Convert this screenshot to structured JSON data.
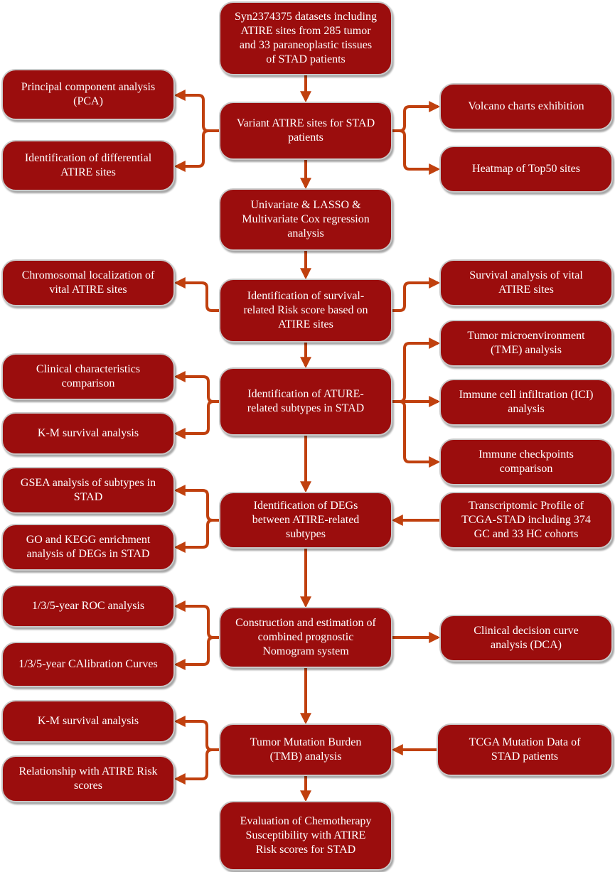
{
  "nodes": {
    "datasets": "Syn2374375 datasets including\nATIRE sites from 285 tumor\nand 33 paraneoplastic tissues\nof STAD patients",
    "variant_sites": "Variant ATIRE sites for STAD\npatients",
    "pca": "Principal component analysis\n(PCA)",
    "differential_sites": "Identification of differential\nATIRE sites",
    "volcano": "Volcano charts exhibition",
    "heatmap": "Heatmap of Top50 sites",
    "cox": "Univariate & LASSO &\nMultivariate Cox regression\nanalysis",
    "chromosomal": "Chromosomal localization of\nvital ATIRE sites",
    "risk_score": "Identification of  survival-\nrelated Risk score based on\nATIRE sites",
    "survival_vital": "Survival analysis of vital\nATIRE sites",
    "clinical_comparison": "Clinical characteristics\ncomparison",
    "km_subtypes": "K-M survival analysis",
    "subtypes": "Identification of ATURE-\nrelated subtypes in STAD",
    "tme": "Tumor microenvironment\n(TME) analysis",
    "ici": "Immune cell infiltration (ICI)\nanalysis",
    "checkpoints": "Immune checkpoints\ncomparison",
    "gsea": "GSEA analysis of subtypes in\nSTAD",
    "go_kegg": "GO and KEGG enrichment\nanalysis of DEGs in STAD",
    "degs": "Identification of DEGs\nbetween ATIRE-related\nsubtypes",
    "tcga_profile": "Transcriptomic Profile of\nTCGA-STAD including 374\nGC and 33 HC cohorts",
    "roc": "1/3/5-year ROC analysis",
    "calibration": "1/3/5-year CAlibration Curves",
    "nomogram": "Construction and estimation of\ncombined prognostic\nNomogram system",
    "dca": "Clinical decision curve\nanalysis (DCA)",
    "km_tmb": "K-M survival analysis",
    "relationship": "Relationship with ATIRE Risk\nscores",
    "tmb": "Tumor Mutation Burden\n(TMB) analysis",
    "tcga_mutation": "TCGA Mutation Data of\nSTAD patients",
    "chemo": "Evaluation of Chemotherapy\nSusceptibility with ATIRE\nRisk scores for STAD"
  },
  "colors": {
    "box": "#9b0d0d",
    "arrow": "#c0400e",
    "border": "#c9c9c9"
  }
}
